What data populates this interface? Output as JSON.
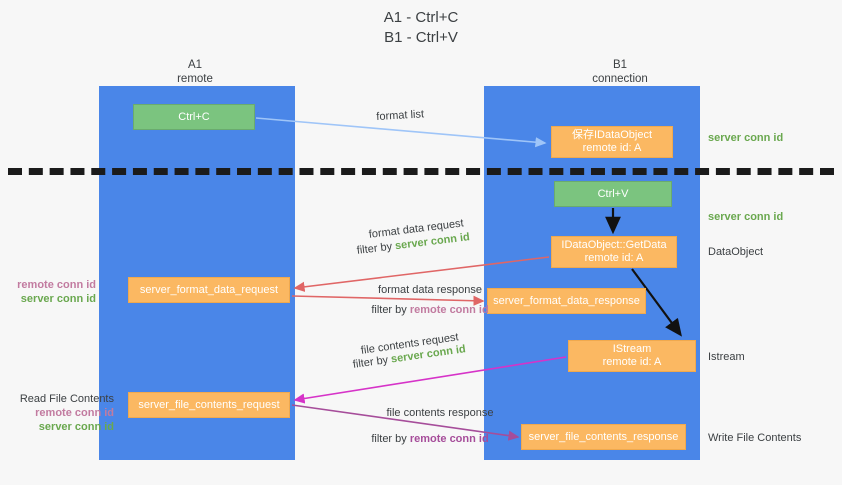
{
  "title": {
    "line1": "A1 - Ctrl+C",
    "line2": "B1 - Ctrl+V"
  },
  "lanes": [
    {
      "id": "a1",
      "name": "A1",
      "sub": "remote",
      "color": "#4a86e8"
    },
    {
      "id": "b1",
      "name": "B1",
      "sub": "connection",
      "color": "#4a86e8"
    }
  ],
  "boxes": {
    "ctrl_c": {
      "line1": "Ctrl+C",
      "color": "#7bc47f"
    },
    "idataobject": {
      "line1": "保存IDataObject",
      "line2": "remote id: A",
      "color": "#fbb862"
    },
    "ctrl_v": {
      "line1": "Ctrl+V",
      "color": "#7bc47f"
    },
    "getdata": {
      "line1": "IDataObject::GetData",
      "line2": "remote id: A",
      "color": "#fbb862"
    },
    "istream": {
      "line1": "IStream",
      "line2": "remote id: A",
      "color": "#fbb862"
    },
    "format_data_request": {
      "line1": "server_format_data_request",
      "color": "#fbb862"
    },
    "format_data_response": {
      "line1": "server_format_data_response",
      "color": "#fbb862"
    },
    "file_contents_request": {
      "line1": "server_file_contents_request",
      "color": "#fbb862"
    },
    "file_contents_response": {
      "line1": "server_file_contents_response",
      "color": "#fbb862"
    }
  },
  "edge_labels": {
    "format_list": "format list",
    "format_data_request": "format data request",
    "format_data_request_filter_prefix": "filter by ",
    "format_data_request_filter_key": "server conn id",
    "format_data_response": "format data response",
    "format_data_response_filter_prefix": "filter by ",
    "format_data_response_filter_key": "remote conn id",
    "file_contents_request": "file contents request",
    "file_contents_request_filter_prefix": "filter by ",
    "file_contents_request_filter_key": "server conn id",
    "file_contents_response": "file contents response",
    "file_contents_response_filter_prefix": "filter by ",
    "file_contents_response_filter_key": "remote conn id"
  },
  "side_labels": {
    "right_server_conn_id_1": "server conn id",
    "right_server_conn_id_2": "server conn id",
    "right_dataobject": "DataObject",
    "right_istream": "Istream",
    "right_write_file_contents": "Write File Contents",
    "left_remote_conn_id_1": "remote conn id",
    "left_server_conn_id_1": "server conn id",
    "left_read_file_contents": "Read File Contents",
    "left_remote_conn_id_2": "remote conn id",
    "left_server_conn_id_2": "server conn id"
  },
  "colors": {
    "lane_blue": "#4a86e8",
    "box_green": "#7bc47f",
    "box_orange": "#fbb862",
    "server_conn_id": "#6aa84f",
    "remote_conn_id": "#c27ba0",
    "arrow_lightblue": "#9fc5f8",
    "arrow_red": "#e06666",
    "arrow_magenta": "#d633c8",
    "arrow_purple": "#a64d9a",
    "arrow_dark": "#000000",
    "divider": "#1b1b1b",
    "background": "#f7f7f7"
  }
}
